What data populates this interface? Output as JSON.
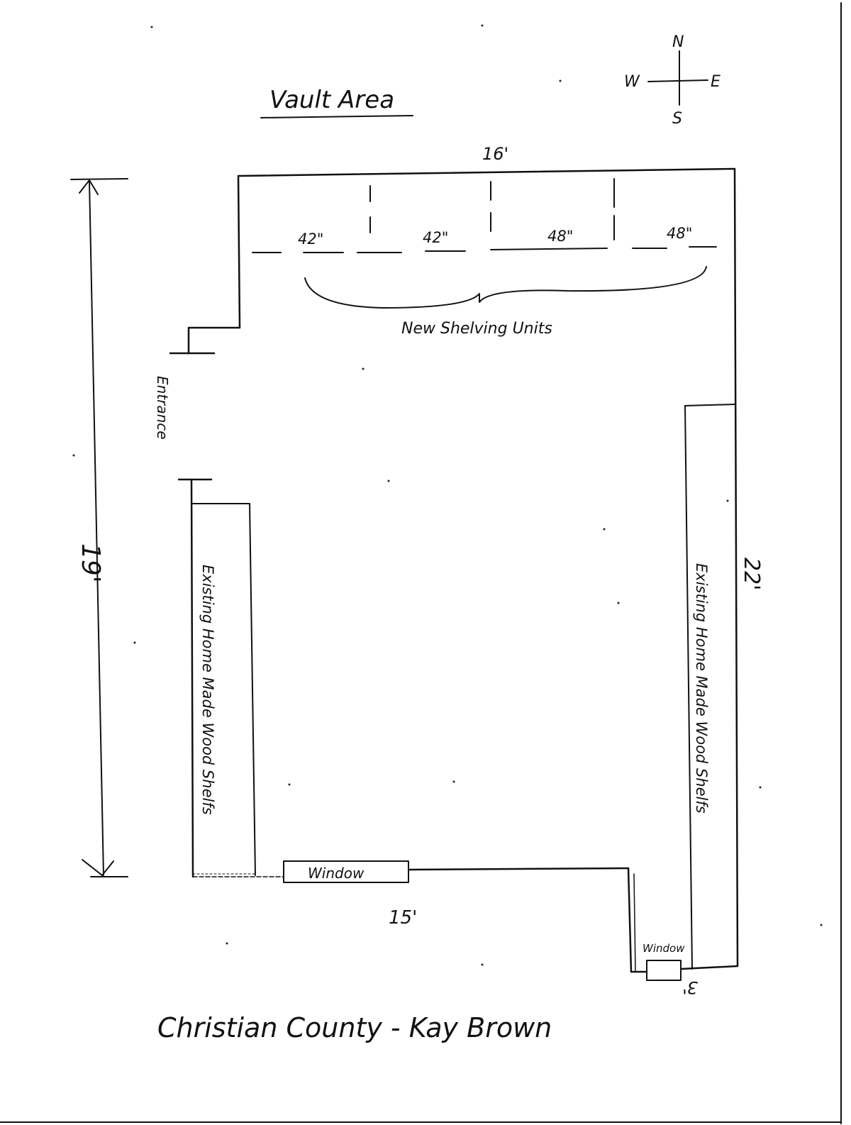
{
  "title": "Vault Area",
  "compass": {
    "n": "N",
    "s": "S",
    "e": "E",
    "w": "W"
  },
  "dimensions": {
    "top_width": "16'",
    "left_height": "19'",
    "right_height": "22'",
    "bottom_width": "15'",
    "corner_small": "3'"
  },
  "shelving": {
    "units": [
      "42\"",
      "42\"",
      "48\"",
      "48\""
    ],
    "label": "New Shelving Units"
  },
  "entrance_label": "Entrance",
  "existing_shelves_left": "Existing Home Made Wood Shelfs",
  "existing_shelves_right": "Existing Home Made Wood Shelfs",
  "windows": [
    "Window",
    "Window"
  ],
  "footer": "Christian County - Kay Brown",
  "colors": {
    "ink": "#111111",
    "paper": "#ffffff"
  }
}
